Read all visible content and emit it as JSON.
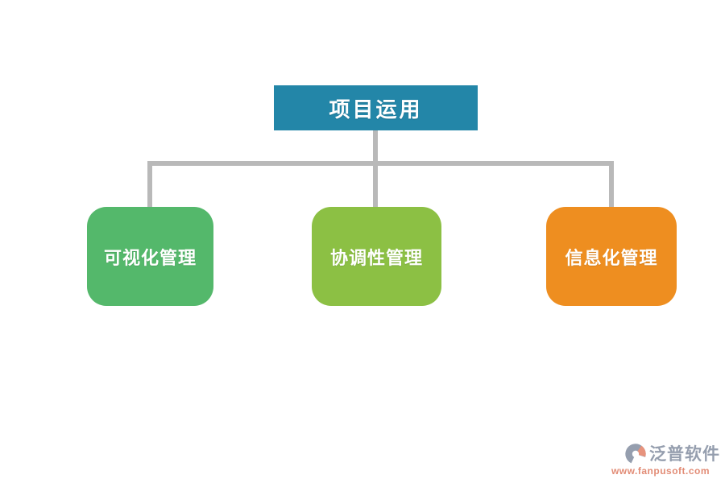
{
  "diagram": {
    "root": {
      "label": "项目运用",
      "color": "#2386a8",
      "text_color": "#ffffff"
    },
    "nodes": [
      {
        "label": "可视化管理",
        "color": "#54b86b"
      },
      {
        "label": "协调性管理",
        "color": "#8cc044"
      },
      {
        "label": "信息化管理",
        "color": "#ee8e20"
      }
    ],
    "connector_color": "#b9b9b9"
  },
  "watermark": {
    "brand": "泛普软件",
    "url": "www.fanpusoft.com",
    "brand_color": "#8d96a8",
    "url_color": "#e0836b",
    "logo_main_color": "#8d96a8",
    "logo_accent_color": "#e58a72"
  }
}
